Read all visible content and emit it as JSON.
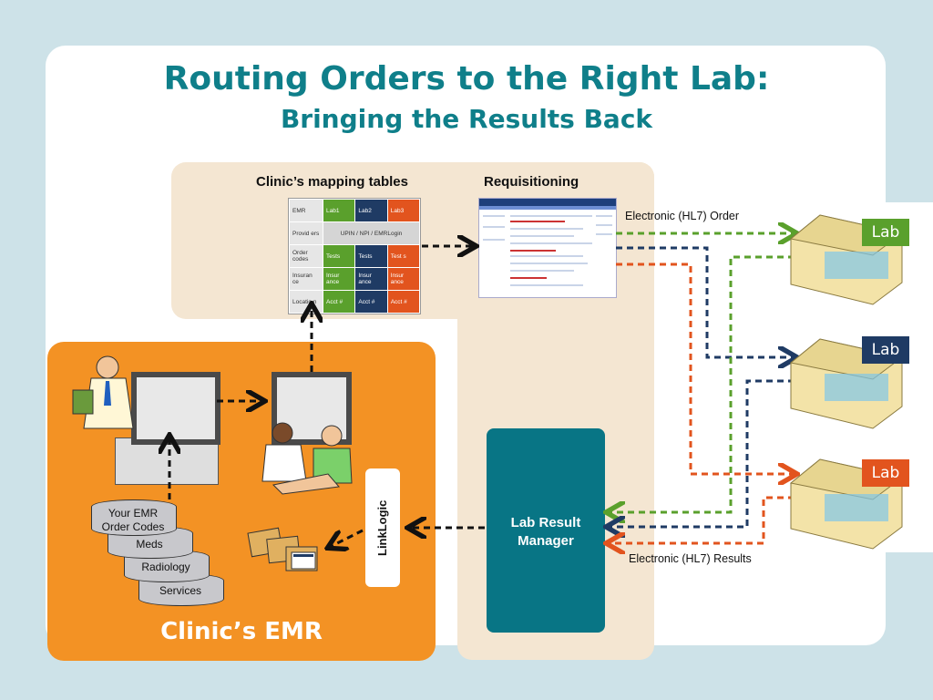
{
  "title": {
    "line1": "Routing Orders to the Right Lab:",
    "line2": "Bringing the Results Back"
  },
  "headers": {
    "mapping": "Clinic’s mapping tables",
    "requisitioning": "Requisitioning"
  },
  "mapping_table": {
    "header": [
      "EMR",
      "Lab1",
      "Lab2",
      "Lab3"
    ],
    "providers": {
      "label": "Provid ers",
      "value": "UPIN / NPI / EMRLogin"
    },
    "rows": [
      {
        "label": "Order codes",
        "cells": [
          "Tests",
          "Tests",
          "Test s"
        ]
      },
      {
        "label": "Insuran ce",
        "cells": [
          "Insur ance",
          "Insur ance",
          "Insur ance"
        ]
      },
      {
        "label": "Locatio n",
        "cells": [
          "Acct #",
          "Acct #",
          "Acct #"
        ]
      }
    ]
  },
  "annotations": {
    "order": "Electronic (HL7) Order",
    "results": "Electronic (HL7) Results"
  },
  "lab_result_manager": {
    "line1": "Lab Result",
    "line2": "Manager"
  },
  "linklogic": "LinkLogic",
  "clinic_emr": "Clinic’s EMR",
  "databases": [
    "Your EMR",
    "Order Codes",
    "Meds",
    "Radiology",
    "Services"
  ],
  "labs": [
    {
      "label": "Lab",
      "color": "#5aa02c"
    },
    {
      "label": "Lab",
      "color": "#1f3b64"
    },
    {
      "label": "Lab",
      "color": "#e2541e"
    }
  ],
  "colors": {
    "teal": "#0f7f8a",
    "orange": "#f39224",
    "green": "#5aa02c",
    "navy": "#1f3b64",
    "red": "#e2541e"
  }
}
